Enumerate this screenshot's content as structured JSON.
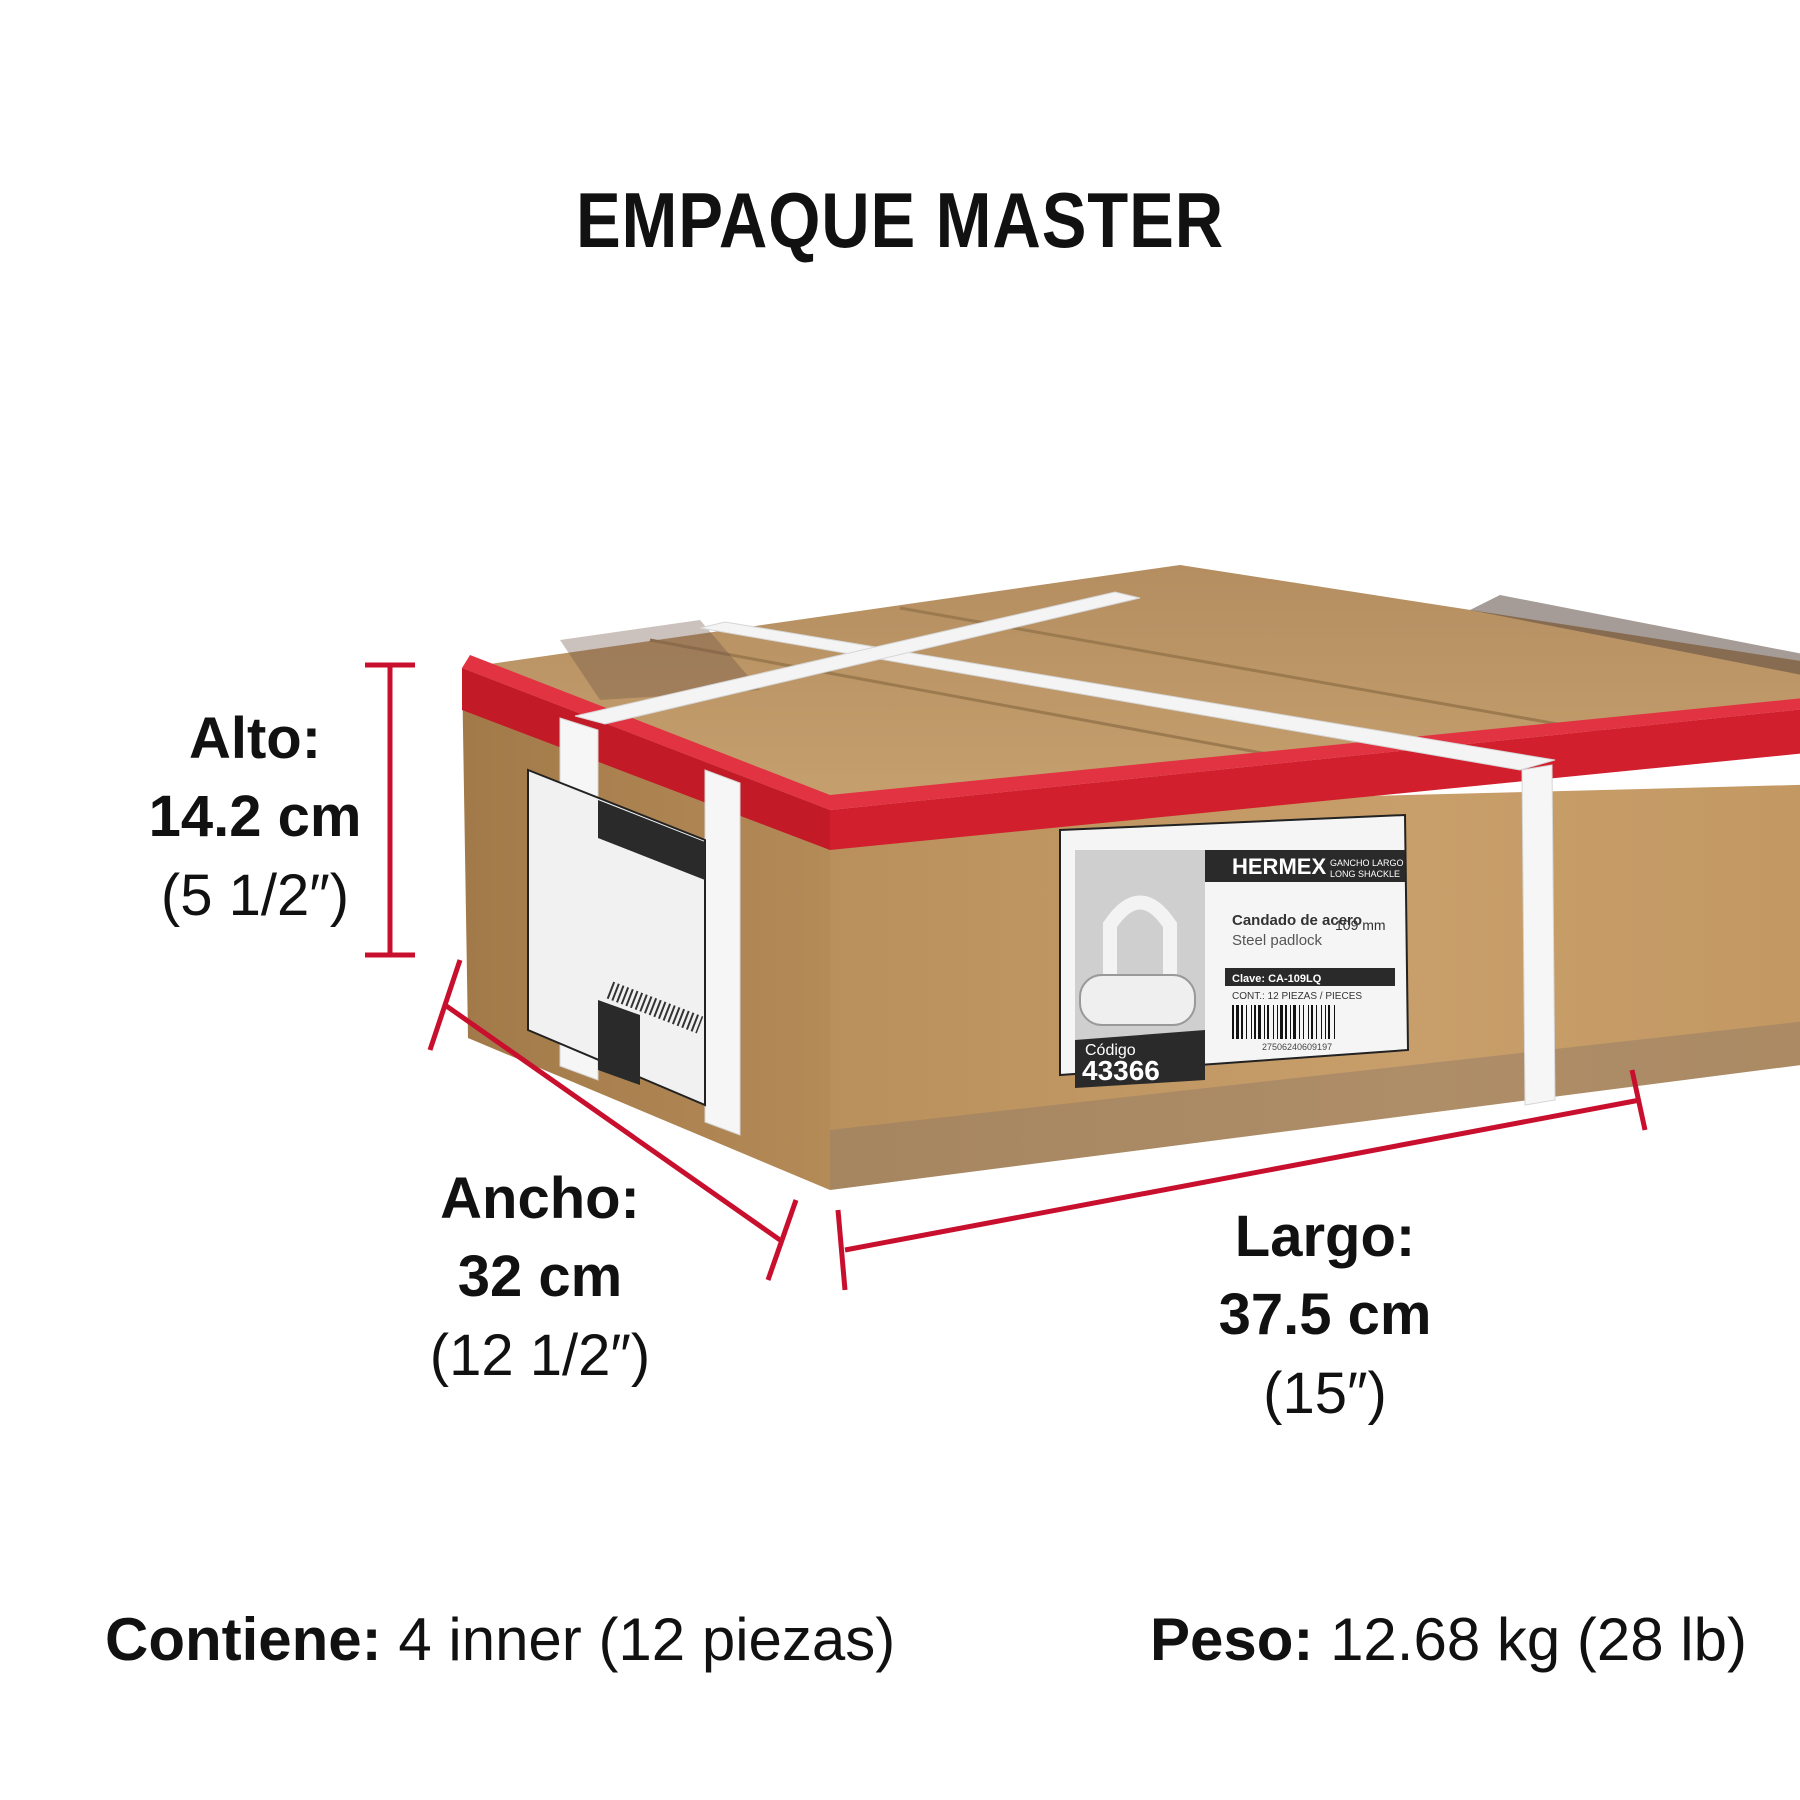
{
  "title": "EMPAQUE MASTER",
  "dimensions": {
    "alto": {
      "label": "Alto:",
      "cm": "14.2 cm",
      "inch": "(5 1/2″)"
    },
    "ancho": {
      "label": "Ancho:",
      "cm": "32 cm",
      "inch": "(12 1/2″)"
    },
    "largo": {
      "label": "Largo:",
      "cm": "37.5 cm",
      "inch": "(15″)"
    }
  },
  "footer": {
    "contiene_label": "Contiene:",
    "contiene_value": "4 inner (12 piezas)",
    "peso_label": "Peso:",
    "peso_value": "12.68 kg (28 lb)"
  },
  "box_label": {
    "brand": "HERMEX",
    "subtitle_es": "GANCHO LARGO",
    "subtitle_en": "LONG SHACKLE",
    "product_es": "Candado de acero",
    "product_en": "Steel padlock",
    "size": "109 mm",
    "clave": "Clave: CA-109LQ",
    "cont": "CONT.: 12 PIEZAS / PIECES",
    "barcode_number": "27506240609197",
    "codigo_label": "Código",
    "codigo": "43366"
  },
  "colors": {
    "dimension_line": "#c8102e",
    "cardboard": "#c49a66",
    "tape": "#d8202e",
    "strap": "#ffffff"
  }
}
